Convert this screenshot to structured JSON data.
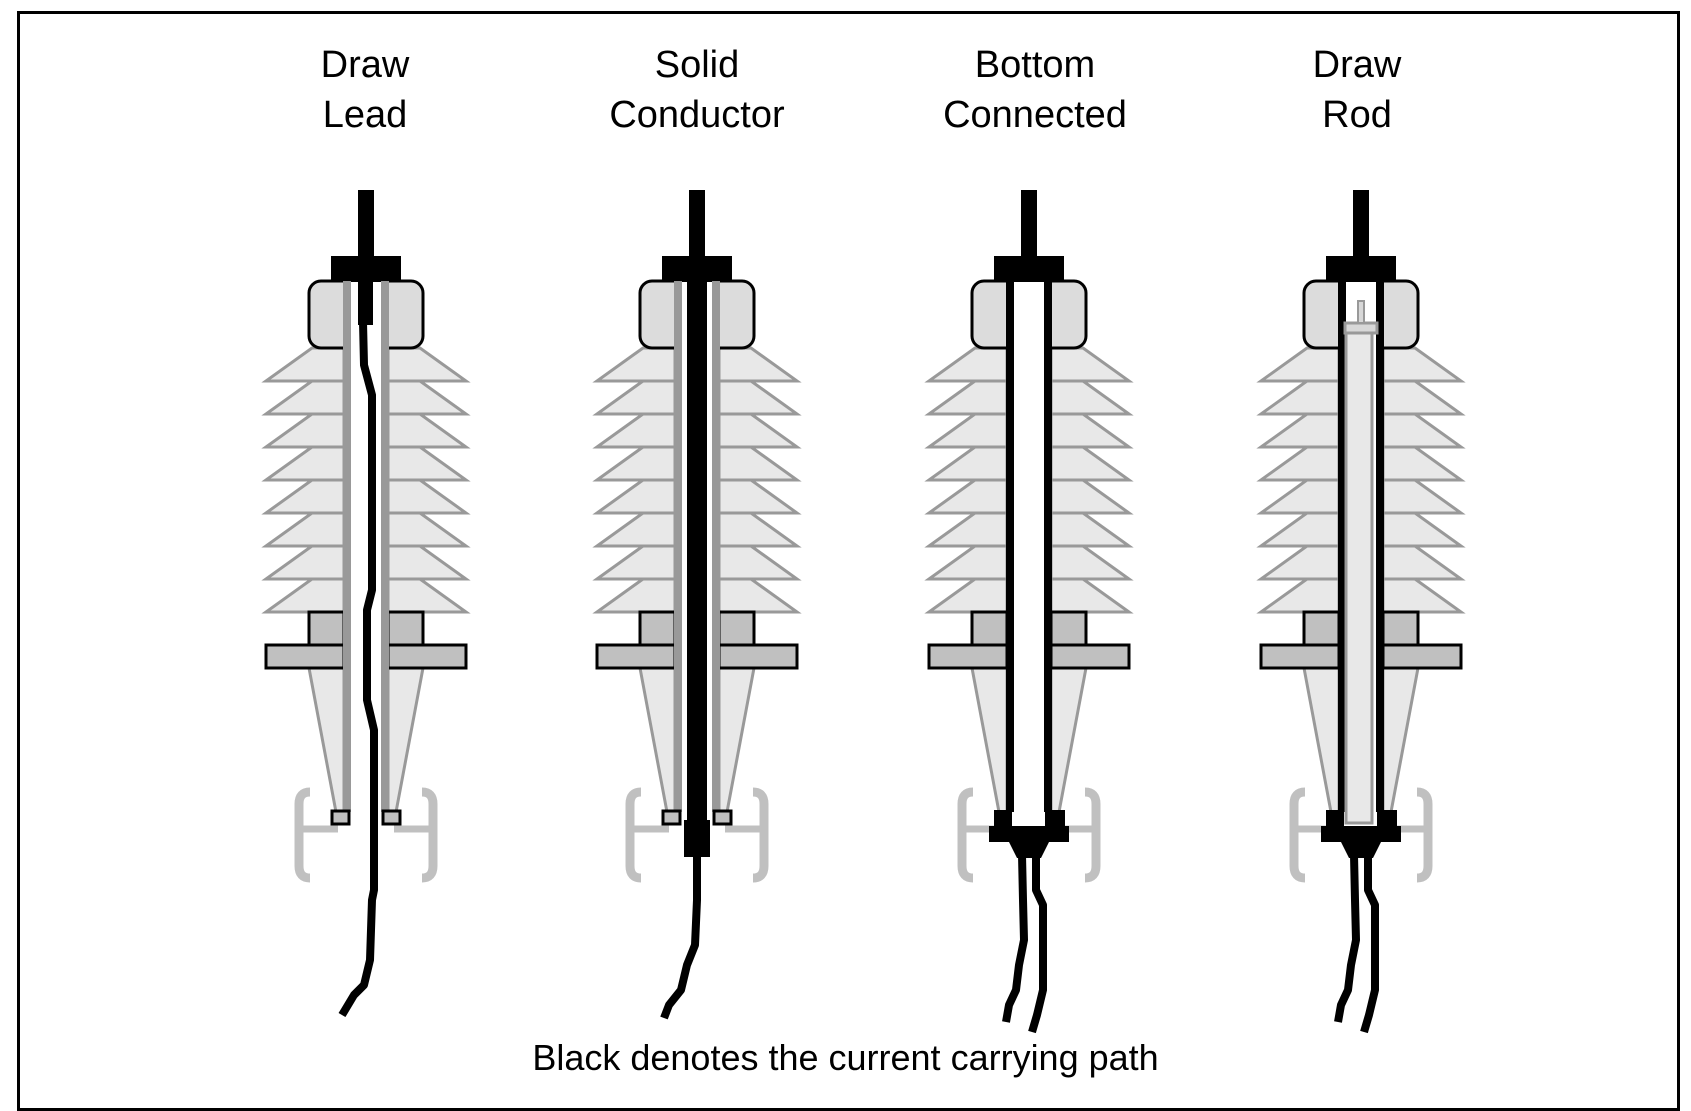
{
  "figure": {
    "caption": "Black denotes the current carrying path",
    "colors": {
      "conductor": "#000000",
      "porcelain_fill": "#e8e8e8",
      "porcelain_stroke": "#999999",
      "cap_fill": "#dcdcdc",
      "flange_fill": "#c0c0c0",
      "tube_gray": "#999999",
      "bracket": "#c0c0c0"
    },
    "bushings": [
      {
        "id": "draw-lead",
        "title_line1": "Draw",
        "title_line2": "Lead",
        "variant": "draw-lead",
        "fins": 8
      },
      {
        "id": "solid-conductor",
        "title_line1": "Solid",
        "title_line2": "Conductor",
        "variant": "solid-conductor",
        "fins": 8
      },
      {
        "id": "bottom-connected",
        "title_line1": "Bottom",
        "title_line2": "Connected",
        "variant": "bottom-connected",
        "fins": 8
      },
      {
        "id": "draw-rod",
        "title_line1": "Draw",
        "title_line2": "Rod",
        "variant": "draw-rod",
        "fins": 8
      }
    ]
  }
}
